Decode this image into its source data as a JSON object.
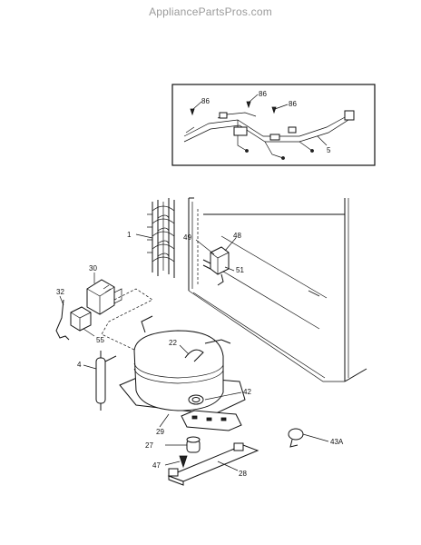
{
  "watermark": "AppliancePartsPros.com",
  "callouts": {
    "c86a": "86",
    "c86b": "86",
    "c86c": "86",
    "c5": "5",
    "c1": "1",
    "c49": "49",
    "c48": "48",
    "c51": "51",
    "c30": "30",
    "c32": "32",
    "c55": "55",
    "c4": "4",
    "c22": "22",
    "c42": "42",
    "c29": "29",
    "c27": "27",
    "c47": "47",
    "c28": "28",
    "c43a": "43A"
  }
}
